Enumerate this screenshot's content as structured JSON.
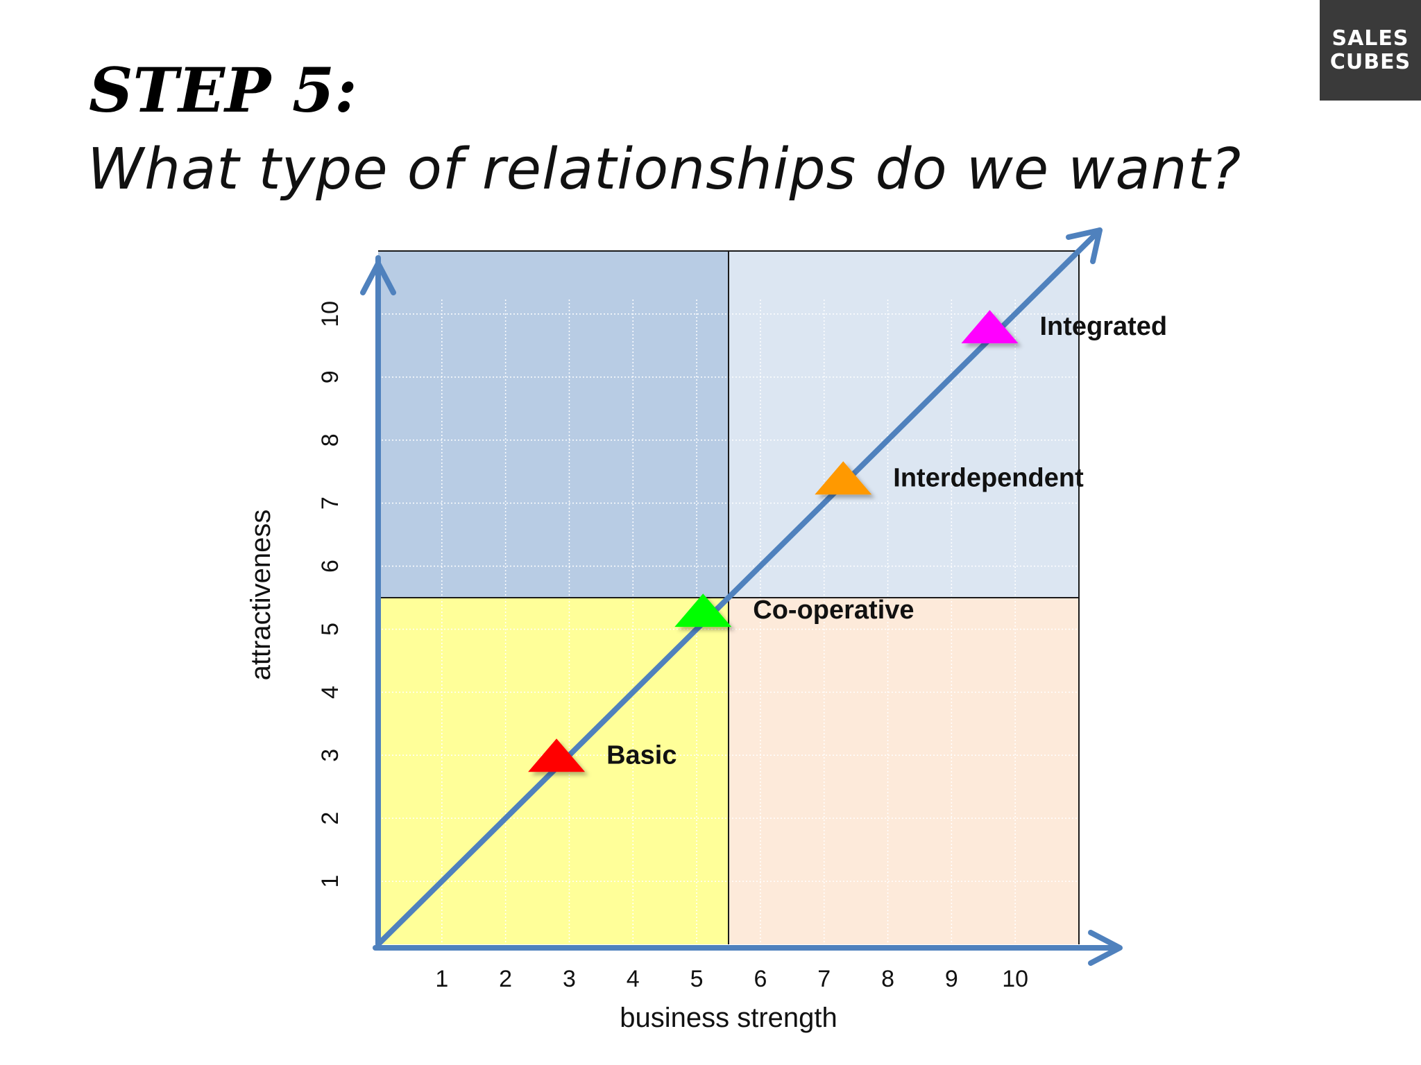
{
  "logo": {
    "line1": "SALES",
    "line2": "CUBES"
  },
  "slide": {
    "step": "STEP 5:",
    "question": "What type of relationships do we want?"
  },
  "colors": {
    "axis": "#4f81bd",
    "quadrant_top_left": "#b8cce4",
    "quadrant_top_right": "#dce6f2",
    "quadrant_bottom_left": "#ffff99",
    "quadrant_bottom_right": "#fdeada",
    "basic": "#ff0000",
    "co_operative": "#00ff00",
    "interdependent": "#ff9900",
    "integrated": "#ff00ff"
  },
  "chart_data": {
    "type": "scatter",
    "xlabel": "business strength",
    "ylabel": "attractiveness",
    "xlim": [
      0,
      11
    ],
    "ylim": [
      0,
      11
    ],
    "x_ticks": [
      "1",
      "2",
      "3",
      "4",
      "5",
      "6",
      "7",
      "8",
      "9",
      "10"
    ],
    "y_ticks": [
      "1",
      "2",
      "3",
      "4",
      "5",
      "6",
      "7",
      "8",
      "9",
      "10"
    ],
    "grid": true,
    "quadrant_split": {
      "x": 5.5,
      "y": 5.5
    },
    "trend_line": {
      "from": [
        0,
        0
      ],
      "to": [
        11,
        11
      ]
    },
    "points": [
      {
        "label": "Basic",
        "x": 2.8,
        "y": 3.0,
        "color": "#ff0000"
      },
      {
        "label": "Co-operative",
        "x": 5.1,
        "y": 5.3,
        "color": "#00ff00"
      },
      {
        "label": "Interdependent",
        "x": 7.3,
        "y": 7.4,
        "color": "#ff9900"
      },
      {
        "label": "Integrated",
        "x": 9.6,
        "y": 9.8,
        "color": "#ff00ff"
      }
    ]
  }
}
